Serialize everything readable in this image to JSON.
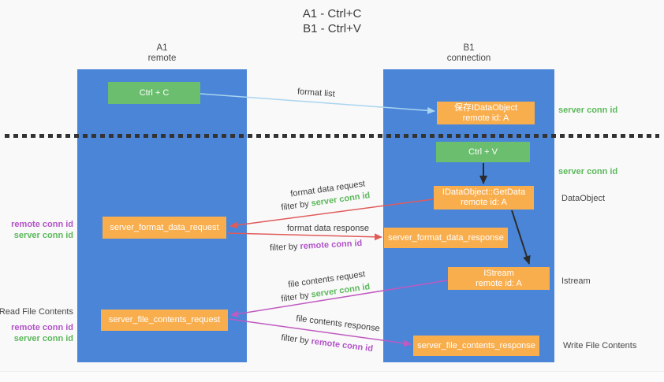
{
  "title": {
    "line1": "A1 - Ctrl+C",
    "line2": "B1 - Ctrl+V"
  },
  "lanes": {
    "a1": {
      "name": "A1",
      "subtitle": "remote"
    },
    "b1": {
      "name": "B1",
      "subtitle": "connection"
    }
  },
  "boxes": {
    "ctrl_c": {
      "label": "Ctrl + C"
    },
    "ctrl_v": {
      "label": "Ctrl + V"
    },
    "save_dataobject": {
      "line1": "保存IDataObject",
      "line2": "remote id: A"
    },
    "getdata": {
      "line1": "IDataObject::GetData",
      "line2": "remote id: A"
    },
    "istream": {
      "line1": "IStream",
      "line2": "remote id: A"
    },
    "server_format_data_request": {
      "label": "server_format_data_request"
    },
    "server_format_data_response": {
      "label": "server_format_data_response"
    },
    "server_file_contents_request": {
      "label": "server_file_contents_request"
    },
    "server_file_contents_response": {
      "label": "server_file_contents_response"
    }
  },
  "flow_labels": {
    "format_list": "format list",
    "format_data_request": "format data request",
    "format_data_response": "format data response",
    "file_contents_request": "file contents request",
    "file_contents_response": "file contents response",
    "filter_by": "filter by",
    "server_conn_id": "server conn id",
    "remote_conn_id": "remote conn id"
  },
  "side_labels": {
    "read_file_contents": "Read File Contents",
    "write_file_contents": "Write File Contents",
    "dataobject": "DataObject",
    "istream": "Istream",
    "server_conn_id": "server conn id",
    "remote_conn_id": "remote conn id"
  },
  "colors": {
    "lane_blue": "#4a85d8",
    "box_green": "#6abe6e",
    "box_orange": "#f9ae4e",
    "arrow_red": "#e15b5b",
    "arrow_magenta": "#c05ac0",
    "arrow_light_blue": "#a9d5f0",
    "arrow_black": "#2b2b2b",
    "text_green": "#5cb85c",
    "text_purple": "#b254c8",
    "dotted_line": "#333333"
  }
}
